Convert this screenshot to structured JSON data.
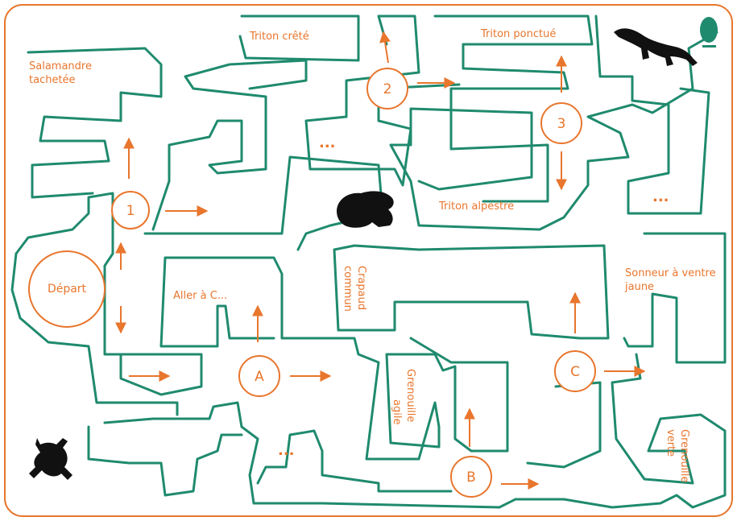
{
  "game": {
    "start_label": "Départ",
    "nodes": {
      "n1": "1",
      "n2": "2",
      "n3": "3",
      "nA": "A",
      "nB": "B",
      "nC": "C"
    },
    "labels": {
      "salamandre_1": "Salamandre",
      "salamandre_2": "tachetée",
      "triton_crete": "Triton crêté",
      "triton_ponctue": "Triton ponctué",
      "triton_alpestre": "Triton alpestre",
      "aller_c": "Aller à C...",
      "crapaud_1": "Crapaud",
      "crapaud_2": "commun",
      "grenouille_agile_1": "Grenouille",
      "grenouille_agile_2": "agile",
      "sonneur_1": "Sonneur à ventre",
      "sonneur_2": "jaune",
      "grenouille_verte_1": "Grenouille",
      "grenouille_verte_2": "verte",
      "dots": "..."
    },
    "colors": {
      "path": "#e8762d",
      "walls": "#1f8a6e",
      "frame": "#e8762d",
      "silhouettes": "#111111"
    }
  }
}
